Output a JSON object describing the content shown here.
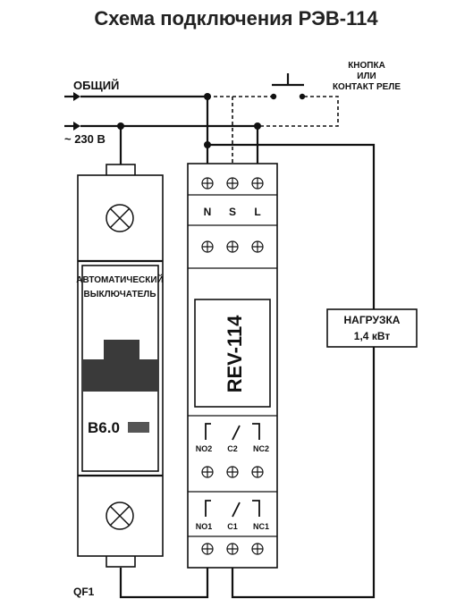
{
  "title": "Схема подключения РЭВ-114",
  "labels": {
    "common": "ОБЩИЙ",
    "supply": "~ 230 В",
    "button_line1": "КНОПКА",
    "button_line2": "ИЛИ",
    "button_line3": "КОНТАКТ РЕЛЕ",
    "breaker_line1": "АВТОМАТИЧЕСКИЙ",
    "breaker_line2": "ВЫКЛЮЧАТЕЛЬ",
    "breaker_rating": "B6.0",
    "breaker_id": "QF1",
    "load_line1": "НАГРУЗКА",
    "load_line2": "1,4 кВт",
    "device_model": "REV-114",
    "terminals_top": [
      "N",
      "S",
      "L"
    ],
    "contacts_group2": [
      "NO2",
      "C2",
      "NC2"
    ],
    "contacts_group1": [
      "NO1",
      "C1",
      "NC1"
    ]
  }
}
